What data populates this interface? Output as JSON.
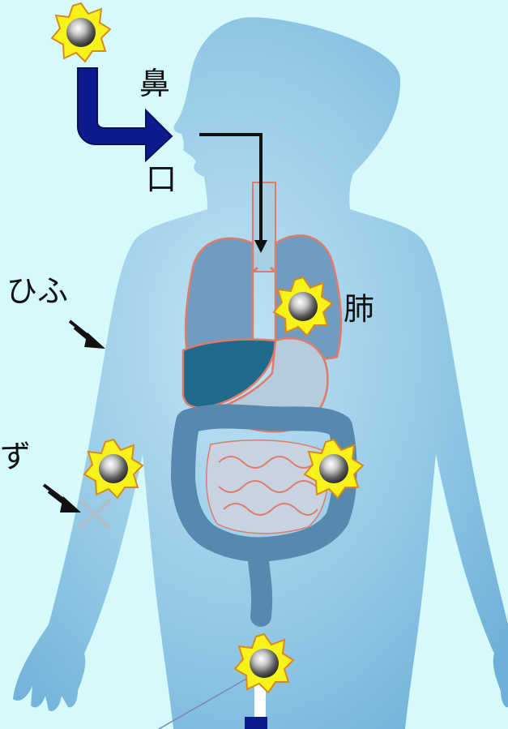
{
  "labels": {
    "nose": "鼻",
    "mouth": "口",
    "lung": "肺",
    "skin": "ひふ",
    "wound": "ず"
  },
  "colors": {
    "background": "#d6f9fb",
    "body": "#8fc6e3",
    "body_dark": "#7ab4d8",
    "lung": "#6f9cc0",
    "liver": "#1f6b8c",
    "stomach": "#b6ccdc",
    "intestine": "#5689ad",
    "organ_outline": "#e07a6a",
    "arrow_blue": "#0d1a8c",
    "star_yellow": "#f6f21a",
    "star_outline": "#d98a1f"
  },
  "icons": {
    "entry_marker": "radiation-star-icon",
    "pathway_arrow": "arrow-icon",
    "no_entry": "cross-icon"
  }
}
